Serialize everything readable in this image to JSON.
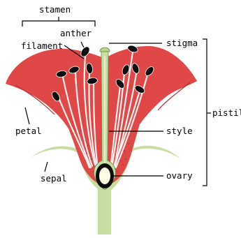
{
  "labels": {
    "stamen": "stamen",
    "anther": "anther",
    "filament": "filament",
    "stigma": "stigma",
    "pistil": "pistil",
    "petal": "petal",
    "style": "style",
    "sepal": "sepal",
    "ovary": "ovary"
  },
  "colors": {
    "petal": "#e04848",
    "stem": "#c6dea2",
    "anther": "#0d0d0d",
    "filament": "#f4f0f0",
    "line": "#000000",
    "background": "#ffffff"
  }
}
